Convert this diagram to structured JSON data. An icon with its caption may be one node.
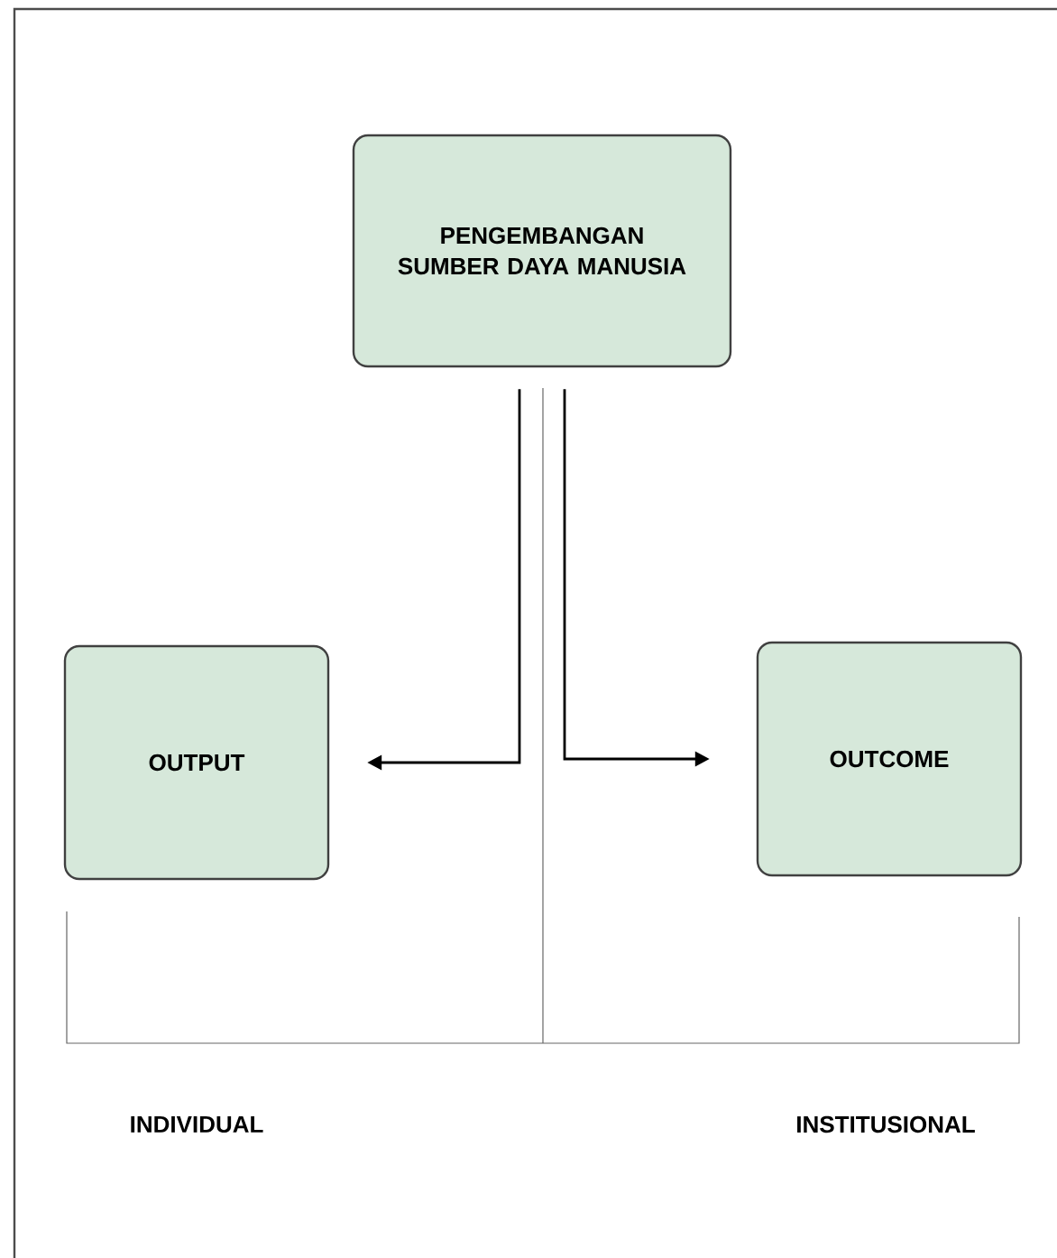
{
  "diagram": {
    "nodes": [
      {
        "text": [
          "PENGEMBANGAN SUMBER DAYA MANUSIA"
        ]
      },
      {
        "text": [
          "OUTPUT"
        ]
      },
      {
        "text": [
          "OUTCOME"
        ]
      }
    ],
    "edges": [
      {
        "from": 0,
        "to": 1,
        "arrow": "to"
      },
      {
        "from": 0,
        "to": 2,
        "arrow": "to"
      }
    ],
    "labels": [
      "INDIVIDUAL",
      "INSTITUSIONAL"
    ]
  }
}
